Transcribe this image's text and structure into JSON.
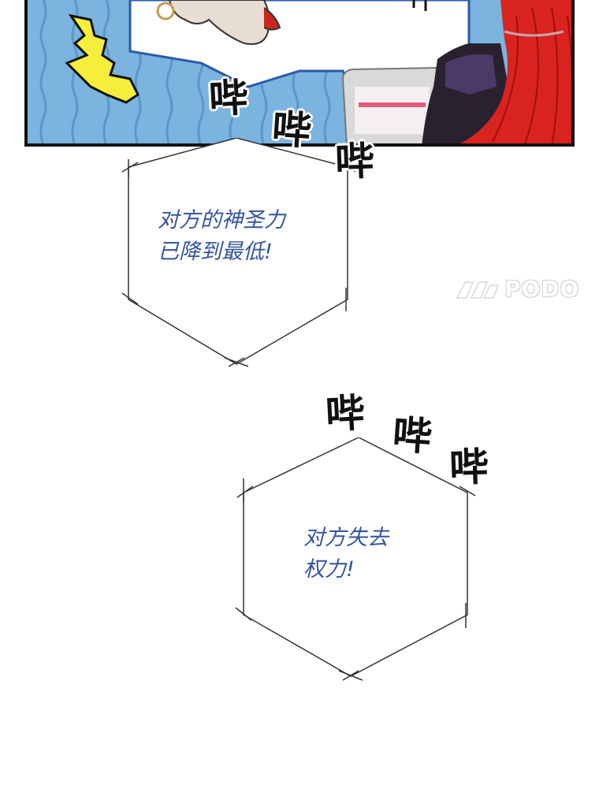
{
  "comic_panel": {
    "scene": "top-panel-artwork"
  },
  "sound_effects": {
    "group_one": [
      "哔",
      "哔",
      "哔"
    ],
    "group_two": [
      "哔",
      "哔",
      "哔"
    ]
  },
  "bubbles": {
    "first": {
      "line1": "对方的神圣力",
      "line2": "已降到最低!"
    },
    "second": {
      "line1": "对方失去",
      "line2": "权力!"
    }
  },
  "watermark": {
    "text": "PODO"
  },
  "colors": {
    "panel_blue": "#7ab4df",
    "dialog_text": "#34559c",
    "hair_red": "#d9231f",
    "alert_yellow": "#f5ee3a"
  }
}
